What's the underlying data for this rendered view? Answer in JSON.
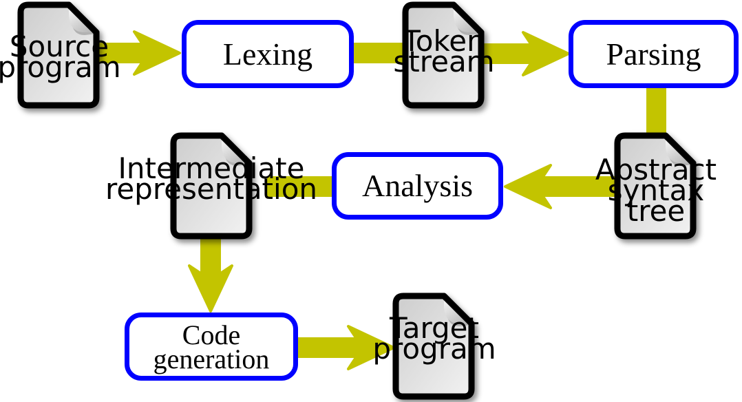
{
  "diagram": {
    "type": "flowchart",
    "topic": "Compiler pipeline",
    "colors": {
      "arrow": "#c3c400",
      "process_border": "#0000ff",
      "process_fill": "#ffffff",
      "document_fill_dark": "#cdcdcd",
      "document_fill_light": "#f2f2f2",
      "outline": "#000000",
      "text": "#000000"
    },
    "documents": [
      {
        "id": "source-program",
        "label": "Source\nprogram"
      },
      {
        "id": "token-stream",
        "label": "Token\nstream"
      },
      {
        "id": "abstract-syntax-tree",
        "label": "Abstract\nsyntax tree"
      },
      {
        "id": "intermediate-representation",
        "label": "Intermediate\nrepresentation"
      },
      {
        "id": "target-program",
        "label": "Target\nprogram"
      }
    ],
    "processes": [
      {
        "id": "lexing",
        "label": "Lexing"
      },
      {
        "id": "parsing",
        "label": "Parsing"
      },
      {
        "id": "analysis",
        "label": "Analysis"
      },
      {
        "id": "code-generation",
        "label": "Code\ngeneration"
      }
    ],
    "edges": [
      {
        "from": "source-program",
        "to": "lexing"
      },
      {
        "from": "lexing",
        "to": "token-stream"
      },
      {
        "from": "token-stream",
        "to": "parsing"
      },
      {
        "from": "parsing",
        "to": "abstract-syntax-tree"
      },
      {
        "from": "abstract-syntax-tree",
        "to": "analysis"
      },
      {
        "from": "analysis",
        "to": "intermediate-representation"
      },
      {
        "from": "intermediate-representation",
        "to": "code-generation"
      },
      {
        "from": "code-generation",
        "to": "target-program"
      }
    ]
  }
}
